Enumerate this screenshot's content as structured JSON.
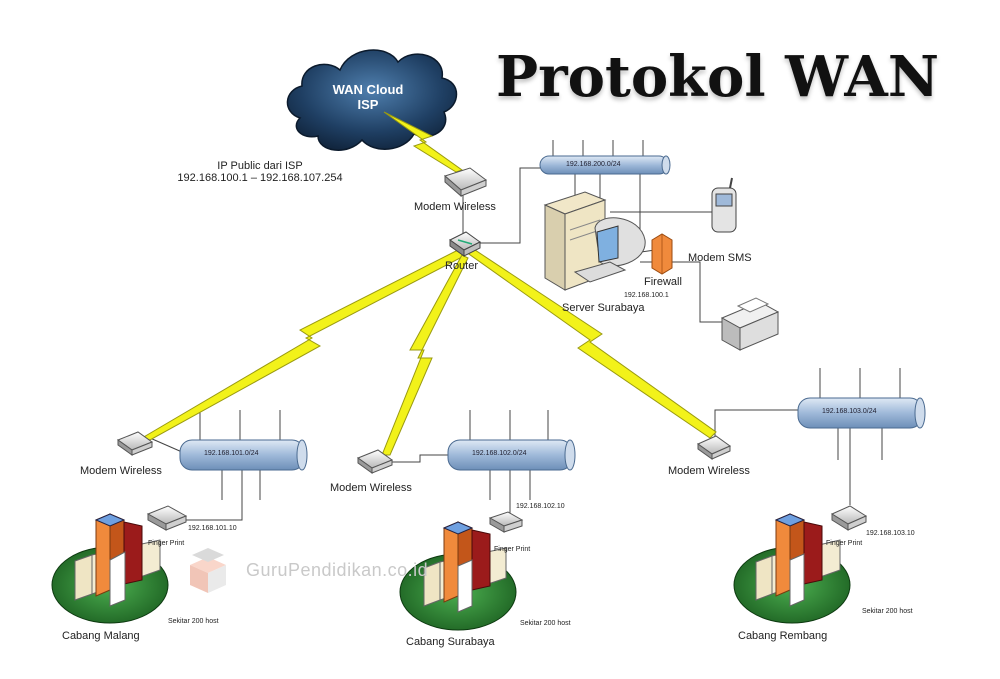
{
  "title": "Protokol WAN",
  "cloud": {
    "line1": "WAN Cloud",
    "line2": "ISP"
  },
  "ip_public": {
    "line1": "IP Public dari ISP",
    "line2": "192.168.100.1 – 192.168.107.254"
  },
  "hq": {
    "modem_label": "Modem Wireless",
    "router_label": "Router",
    "bus_label": "192.168.200.0/24",
    "server_label": "Server Surabaya",
    "firewall_label": "Firewall",
    "firewall_ip": "192.168.100.1",
    "modem_sms_label": "Modem SMS"
  },
  "branches": [
    {
      "name": "Cabang Malang",
      "modem_label": "Modem Wireless",
      "bus_label": "192.168.101.0/24",
      "finger_label": "Finger Print",
      "finger_ip": "192.168.101.10",
      "hosts_label": "Sekitar 200 host"
    },
    {
      "name": "Cabang Surabaya",
      "modem_label": "Modem Wireless",
      "bus_label": "192.168.102.0/24",
      "finger_label": "Finger Print",
      "finger_ip": "192.168.102.10",
      "hosts_label": "Sekitar 200 host"
    },
    {
      "name": "Cabang Rembang",
      "modem_label": "Modem Wireless",
      "bus_label": "192.168.103.0/24",
      "finger_label": "Finger Print",
      "finger_ip": "192.168.103.10",
      "hosts_label": "Sekitar 200 host"
    }
  ],
  "watermark": "GuruPendidikan.co.id",
  "colors": {
    "cloud": "#1f3f63",
    "bolt": "#f2f21a",
    "bus": "#9fb9d9",
    "ground": "#2e7d32",
    "firewall": "#f08a3c"
  }
}
